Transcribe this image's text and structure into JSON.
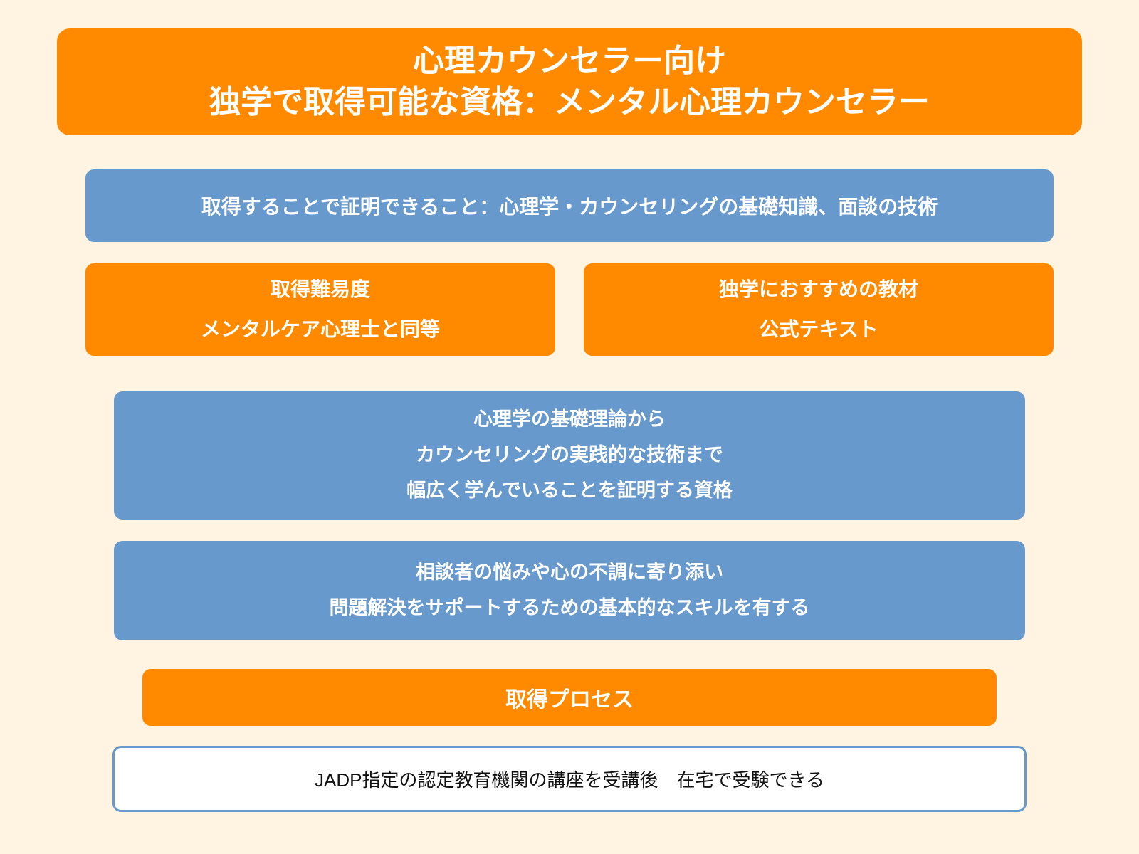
{
  "colors": {
    "background": "#fff4e1",
    "orange": "#ff8a00",
    "blue": "#6899cc",
    "white": "#ffffff"
  },
  "header": {
    "line1": "心理カウンセラー向け",
    "line2": "独学で取得可能な資格：メンタル心理カウンセラー"
  },
  "proof": {
    "text": "取得することで証明できること：心理学・カウンセリングの基礎知識、面談の技術"
  },
  "difficulty": {
    "title": "取得難易度",
    "value": "メンタルケア心理士と同等"
  },
  "materials": {
    "title": "独学におすすめの教材",
    "value": "公式テキスト"
  },
  "description1": {
    "lines": [
      "心理学の基礎理論から",
      "カウンセリングの実践的な技術まで",
      "幅広く学んでいることを証明する資格"
    ]
  },
  "description2": {
    "lines": [
      "相談者の悩みや心の不調に寄り添い",
      "問題解決をサポートするための基本的なスキルを有する"
    ]
  },
  "process": {
    "title": "取得プロセス",
    "detail": "JADP指定の認定教育機関の講座を受講後　在宅で受験できる"
  }
}
